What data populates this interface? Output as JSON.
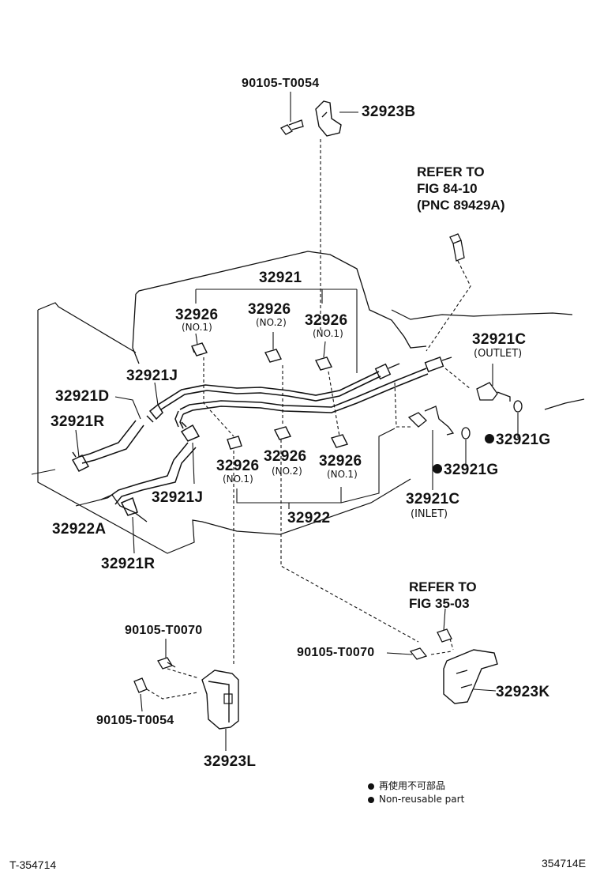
{
  "labels": {
    "p90105_t0054_top": "90105-T0054",
    "p32923B": "32923B",
    "p32921": "32921",
    "p32926_a": "32926",
    "p32926_a_sub": "(NO.1)",
    "p32926_b": "32926",
    "p32926_b_sub": "(NO.2)",
    "p32926_c": "32926",
    "p32926_c_sub": "(NO.1)",
    "p32921J_top": "32921J",
    "p32921D": "32921D",
    "p32921R_top": "32921R",
    "p32921C_outlet": "32921C",
    "p32921C_outlet_sub": "(OUTLET)",
    "p32921G_a": "32921G",
    "p32921G_b": "32921G",
    "p32921C_inlet": "32921C",
    "p32921C_inlet_sub": "(INLET)",
    "p32926_d": "32926",
    "p32926_d_sub": "(NO.1)",
    "p32926_e": "32926",
    "p32926_e_sub": "(NO.2)",
    "p32926_f": "32926",
    "p32926_f_sub": "(NO.1)",
    "p32921J_bot": "32921J",
    "p32922A": "32922A",
    "p32922": "32922",
    "p32921R_bot": "32921R",
    "p90105_t0070_left": "90105-T0070",
    "p90105_t0054_bot": "90105-T0054",
    "p32923L": "32923L",
    "p90105_t0070_right": "90105-T0070",
    "p32923K": "32923K"
  },
  "refs": {
    "ref_top_line1": "REFER TO",
    "ref_top_line2": "FIG 84-10",
    "ref_top_line3": "(PNC 89429A)",
    "ref_bot_line1": "REFER TO",
    "ref_bot_line2": "FIG 35-03"
  },
  "legend": {
    "line_jp": "再使用不可部品",
    "line_en": "Non-reusable part"
  },
  "footer": {
    "left_id": "T-354714",
    "right_id": "354714E"
  }
}
